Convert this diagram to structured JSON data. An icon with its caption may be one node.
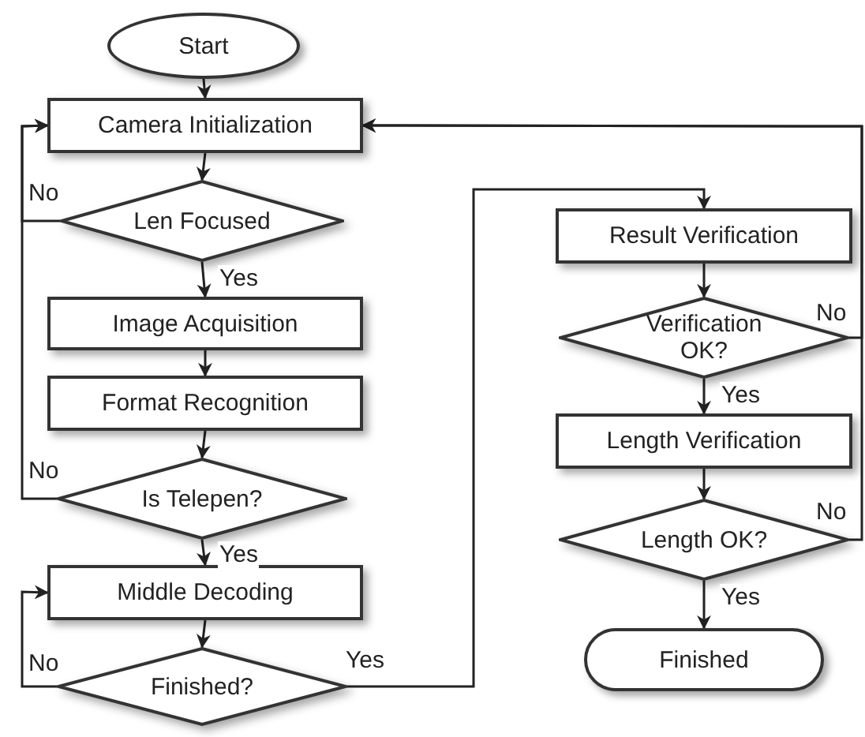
{
  "diagram": {
    "nodes": [
      {
        "text": [
          "Start"
        ]
      },
      {
        "text": [
          "Camera Initialization"
        ]
      },
      {
        "text": [
          "Len Focused"
        ]
      },
      {
        "text": [
          "Image Acquisition"
        ]
      },
      {
        "text": [
          "Format Recognition"
        ]
      },
      {
        "text": [
          "Is Telepen?"
        ]
      },
      {
        "text": [
          "Middle Decoding"
        ]
      },
      {
        "text": [
          "Finished?"
        ]
      },
      {
        "text": [
          "Result Verification"
        ]
      },
      {
        "text": [
          "Verification OK?"
        ]
      },
      {
        "text": [
          "Length Verification"
        ]
      },
      {
        "text": [
          "Length OK?"
        ]
      },
      {
        "text": [
          "Finished"
        ]
      }
    ],
    "edges": [
      {
        "from": 0,
        "to": 1,
        "arrow": "to"
      },
      {
        "from": 1,
        "to": 2,
        "arrow": "to"
      },
      {
        "from": 2,
        "to": 3,
        "arrow": "to",
        "label": "Yes"
      },
      {
        "from": 2,
        "to": 1,
        "arrow": "to",
        "label": "No"
      },
      {
        "from": 3,
        "to": 4,
        "arrow": "to"
      },
      {
        "from": 4,
        "to": 5,
        "arrow": "to"
      },
      {
        "from": 5,
        "to": 6,
        "arrow": "to",
        "label": "Yes"
      },
      {
        "from": 5,
        "to": 1,
        "arrow": "to",
        "label": "No"
      },
      {
        "from": 6,
        "to": 7,
        "arrow": "to"
      },
      {
        "from": 7,
        "to": 6,
        "arrow": "to",
        "label": "No"
      },
      {
        "from": 7,
        "to": 8,
        "arrow": "to",
        "label": "Yes"
      },
      {
        "from": 8,
        "to": 9,
        "arrow": "to"
      },
      {
        "from": 9,
        "to": 1,
        "arrow": "to",
        "label": "No"
      },
      {
        "from": 9,
        "to": 10,
        "arrow": "to",
        "label": "Yes"
      },
      {
        "from": 10,
        "to": 11,
        "arrow": "to"
      },
      {
        "from": 11,
        "to": 1,
        "arrow": "to",
        "label": "No"
      },
      {
        "from": 11,
        "to": 12,
        "arrow": "to",
        "label": "Yes"
      }
    ]
  }
}
